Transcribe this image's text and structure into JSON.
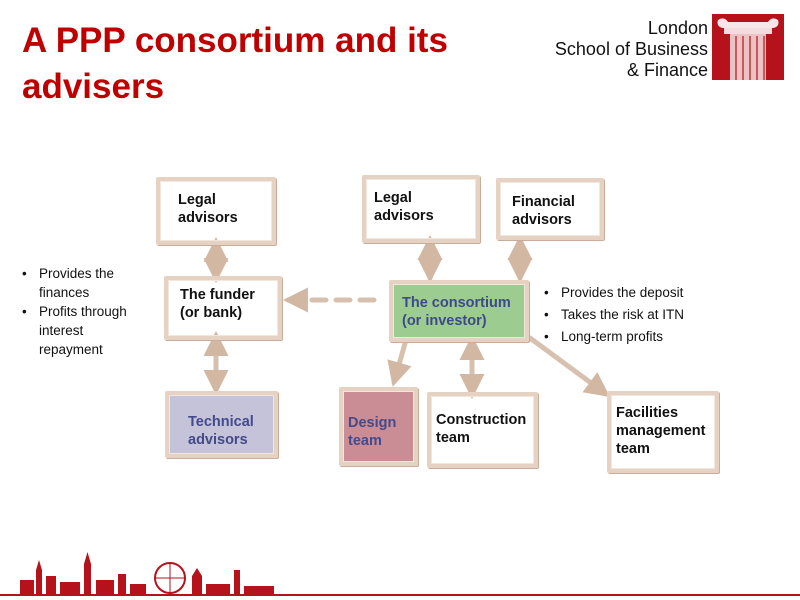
{
  "slide": {
    "title": "A PPP consortium and its advisers"
  },
  "logo": {
    "lines": [
      "London",
      "School of Business",
      "& Finance"
    ]
  },
  "nodes": {
    "legal_advisors_left": {
      "label": "Legal\nadvisors"
    },
    "funder": {
      "label": "The funder\n(or bank)"
    },
    "technical_advisors": {
      "label": "Technical\nadvisors"
    },
    "legal_advisors_right": {
      "label": "Legal\nadvisors"
    },
    "financial_advisors": {
      "label": "Financial\nadvisors"
    },
    "consortium": {
      "label": "The consortium\n(or investor)"
    },
    "design_team": {
      "label": "Design\nteam"
    },
    "construction_team": {
      "label": "Construction\nteam"
    },
    "facilities_team": {
      "label": "Facilities\nmanagement\nteam"
    }
  },
  "bullets": {
    "funder": [
      "Provides the finances",
      "Profits through interest repayment"
    ],
    "consortium": [
      "Provides the deposit",
      "Takes the risk at ITN",
      "Long-term profits"
    ]
  },
  "colors": {
    "title": "#c00000",
    "brand_red": "#b5121b",
    "box_border": "#e6d2c3",
    "arrow": "#d8c0ae",
    "consortium_fill": "#9ccc8f",
    "technical_fill": "#c4c3da",
    "design_fill": "#cb8d95"
  }
}
